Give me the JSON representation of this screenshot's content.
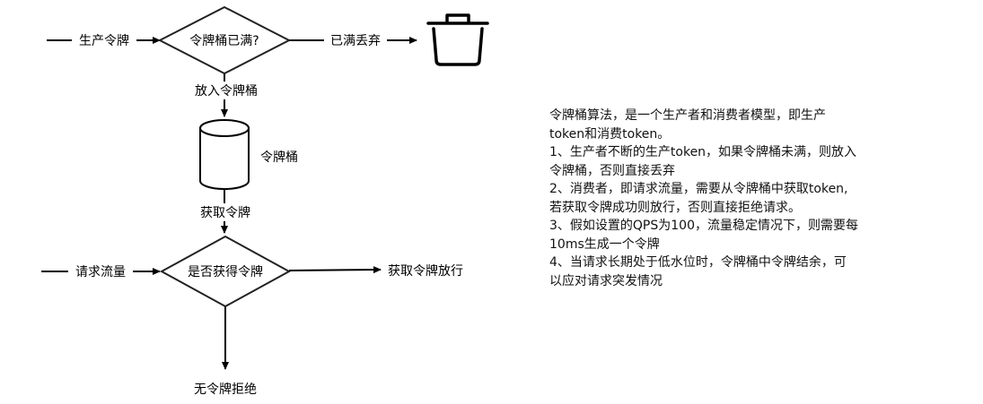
{
  "diagram": {
    "produce": "生产令牌",
    "bucket_full": "令牌桶已满?",
    "full_discard": "已满丢弃",
    "put_in": "放入令牌桶",
    "bucket": "令牌桶",
    "get_token": "获取令牌",
    "request_flow": "请求流量",
    "got_token": "是否获得令牌",
    "pass": "获取令牌放行",
    "reject": "无令牌拒绝",
    "trash_icon": "trash-can-icon"
  },
  "description": {
    "lines": [
      "令牌桶算法，是一个生产者和消费者模型，即生产",
      "token和消费token。",
      "1、生产者不断的生产token，如果令牌桶未满，则放入",
      "令牌桶，否则直接丢弃",
      "2、消费者，即请求流量，需要从令牌桶中获取token,",
      "若获取令牌成功则放行，否则直接拒绝请求。",
      "3、假如设置的QPS为100，流量稳定情况下，则需要每",
      "10ms生成一个令牌",
      "4、当请求长期处于低水位时，令牌桶中令牌结余，可",
      "以应对请求突发情况"
    ]
  }
}
